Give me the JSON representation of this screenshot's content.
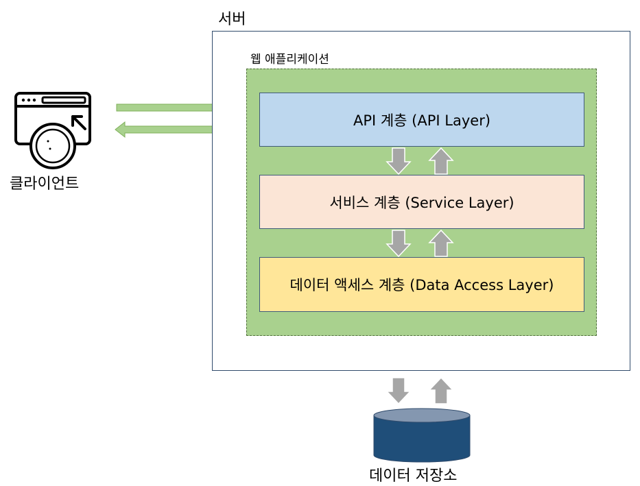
{
  "server": {
    "title": "서버"
  },
  "webapp": {
    "title": "웹 애플리케이션"
  },
  "layers": {
    "api": "API 계층 (API Layer)",
    "service": "서비스 계층 (Service Layer)",
    "data_access": "데이터 액세스 계층 (Data Access Layer)"
  },
  "client": {
    "label": "클라이언트",
    "icon": "browser-click-icon"
  },
  "database": {
    "label": "데이터 저장소",
    "icon": "database-cylinder-icon"
  },
  "colors": {
    "webapp_fill": "#a9d18e",
    "api_fill": "#bdd7ee",
    "service_fill": "#fbe5d6",
    "data_access_fill": "#ffe699",
    "database_fill": "#1f4e79",
    "arrow_gray": "#a6a6a6",
    "arrow_green": "#a9d18e"
  }
}
